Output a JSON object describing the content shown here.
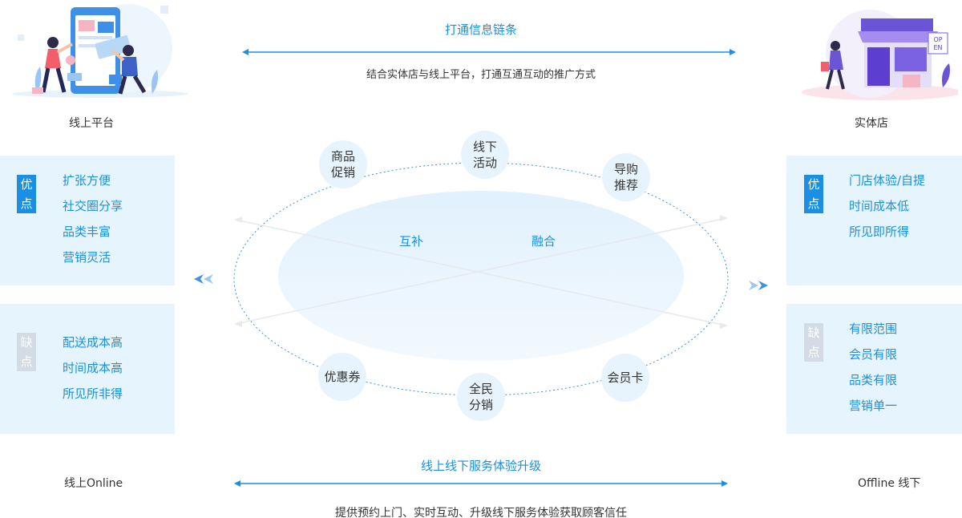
{
  "top": {
    "title": "打通信息链条",
    "subtitle": "结合实体店与线上平台，打通互通互动的推广方式"
  },
  "left": {
    "label": "线上平台",
    "pros_badge": [
      "优",
      "点"
    ],
    "pros": [
      "扩张方便",
      "社交圈分享",
      "品类丰富",
      "营销灵活"
    ],
    "cons_badge": [
      "缺",
      "点"
    ],
    "cons": [
      "配送成本高",
      "时间成本高",
      "所见所非得"
    ],
    "bottom_label": "线上Online"
  },
  "right": {
    "label": "实体店",
    "pros_badge": [
      "优",
      "点"
    ],
    "pros": [
      "门店体验/自提",
      "时间成本低",
      "所见即所得"
    ],
    "cons_badge": [
      "缺",
      "点"
    ],
    "cons": [
      "有限范围",
      "会员有限",
      "品类有限",
      "营销单一"
    ],
    "bottom_label": "Offline 线下",
    "shop_sign": [
      "OP",
      "EN"
    ]
  },
  "center": {
    "nodes": [
      [
        "商品",
        "促销"
      ],
      [
        "线下",
        "活动"
      ],
      [
        "导购",
        "推荐"
      ],
      [
        "优惠券"
      ],
      [
        "全民",
        "分销"
      ],
      [
        "会员卡"
      ]
    ],
    "inner_left": "互补",
    "inner_right": "融合"
  },
  "bottom": {
    "title": "线上线下服务体验升级",
    "subtitle": "提供预约上门、实时互动、升级线下服务体验获取顾客信任"
  },
  "colors": {
    "accent": "#1a8fe3",
    "panel": "#e6f4fd",
    "muted": "#d3dce4"
  }
}
